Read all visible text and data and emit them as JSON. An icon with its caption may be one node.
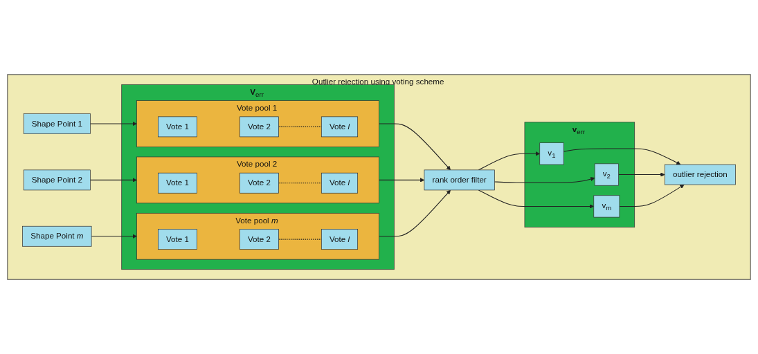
{
  "diagram": {
    "nodes": [
      {
        "text": [
          "Outlier rejection using voting scheme"
        ]
      },
      {
        "text": [
          "Shape Point 1"
        ],
        "in": 0
      },
      {
        "text": [
          "Shape Point 2"
        ],
        "in": 0
      },
      {
        "text": [
          "Shape Point *m*"
        ],
        "in": 0
      },
      {
        "text": [
          "**V**$_{err}$"
        ],
        "in": 0
      },
      {
        "text": [
          "Vote pool 1"
        ],
        "in": 4
      },
      {
        "text": [
          "Vote 1"
        ],
        "in": 5
      },
      {
        "text": [
          "Vote 2"
        ],
        "in": 5
      },
      {
        "text": [
          "Vote *l*"
        ],
        "in": 5
      },
      {
        "text": [
          "Vote pool 2"
        ],
        "in": 4
      },
      {
        "text": [
          "Vote 1"
        ],
        "in": 9
      },
      {
        "text": [
          "Vote 2"
        ],
        "in": 9
      },
      {
        "text": [
          "Vote *l*"
        ],
        "in": 9
      },
      {
        "text": [
          "Vote pool *m*"
        ],
        "in": 4
      },
      {
        "text": [
          "Vote 1"
        ],
        "in": 13
      },
      {
        "text": [
          "Vote 2"
        ],
        "in": 13
      },
      {
        "text": [
          "Vote *l*"
        ],
        "in": 13
      },
      {
        "text": [
          "rank order filter"
        ],
        "in": 0
      },
      {
        "text": [
          "**v**$_{err}$"
        ],
        "in": 0
      },
      {
        "text": [
          "v$_{1}$"
        ],
        "in": 18
      },
      {
        "text": [
          "v$_{2}$"
        ],
        "in": 18
      },
      {
        "text": [
          "v$_{m}$"
        ],
        "in": 18
      },
      {
        "text": [
          "outlier rejection"
        ],
        "in": 0
      }
    ],
    "edges": [
      {
        "from": 1,
        "to": 5,
        "arrow": "to"
      },
      {
        "from": 2,
        "to": 9,
        "arrow": "to"
      },
      {
        "from": 3,
        "to": 13,
        "arrow": "to"
      },
      {
        "from": 7,
        "to": 8,
        "arrow": "none",
        "style": "dashed"
      },
      {
        "from": 11,
        "to": 12,
        "arrow": "none",
        "style": "dashed"
      },
      {
        "from": 15,
        "to": 16,
        "arrow": "none",
        "style": "dashed"
      },
      {
        "from": 5,
        "to": 17,
        "arrow": "to"
      },
      {
        "from": 9,
        "to": 17,
        "arrow": "to"
      },
      {
        "from": 13,
        "to": 17,
        "arrow": "to"
      },
      {
        "from": 17,
        "to": 19,
        "arrow": "to"
      },
      {
        "from": 17,
        "to": 20,
        "arrow": "to"
      },
      {
        "from": 17,
        "to": 21,
        "arrow": "to"
      },
      {
        "from": 19,
        "to": 22,
        "arrow": "to"
      },
      {
        "from": 20,
        "to": 22,
        "arrow": "to"
      },
      {
        "from": 21,
        "to": 22,
        "arrow": "to"
      }
    ]
  }
}
